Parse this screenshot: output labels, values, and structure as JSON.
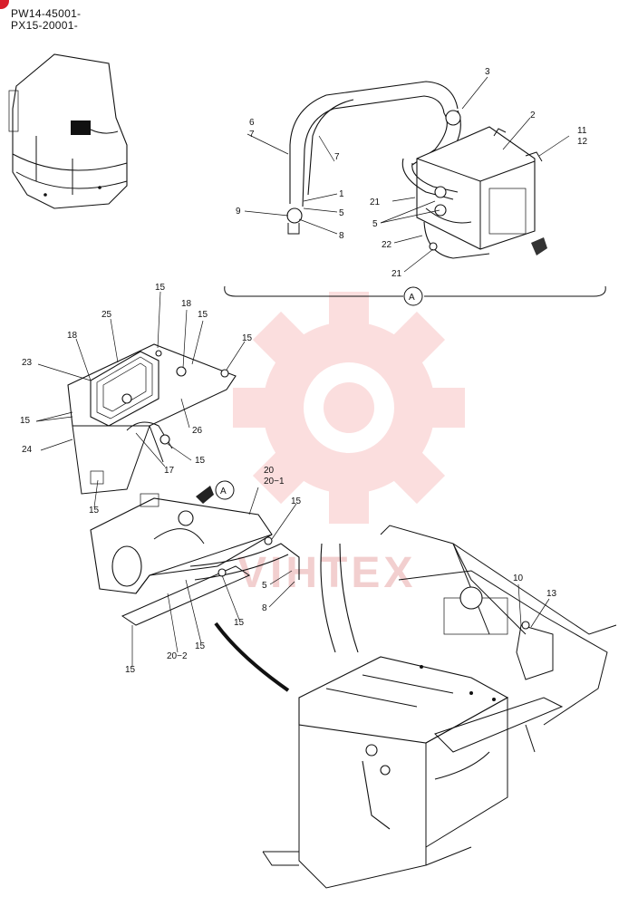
{
  "header": {
    "serial_1": "PW14-45001-",
    "serial_2": "PX15-20001-"
  },
  "section_marker": "A",
  "view_arrow_label": "A",
  "watermark": {
    "text": "VIHTEX",
    "color": "#f2b0b0"
  },
  "accent": "#d81e2c",
  "callouts": {
    "c1": "1",
    "c2": "2",
    "c3": "3",
    "c5a": "5",
    "c5b": "5",
    "c5c": "5",
    "c6": "6",
    "c7a": "7",
    "c7b": "7",
    "c8a": "8",
    "c8b": "8",
    "c9": "9",
    "c10": "10",
    "c11": "11",
    "c12": "12",
    "c13": "13",
    "c15a": "15",
    "c15b": "15",
    "c15c": "15",
    "c15d": "15",
    "c15e": "15",
    "c15f": "15",
    "c15g": "15",
    "c15h": "15",
    "c15i": "15",
    "c15j": "15",
    "c17": "17",
    "c18a": "18",
    "c18b": "18",
    "c20": "20",
    "c20_1": "20−1",
    "c20_2": "20−2",
    "c21a": "21",
    "c21b": "21",
    "c22": "22",
    "c23": "23",
    "c24": "24",
    "c25": "25",
    "c26": "26"
  }
}
